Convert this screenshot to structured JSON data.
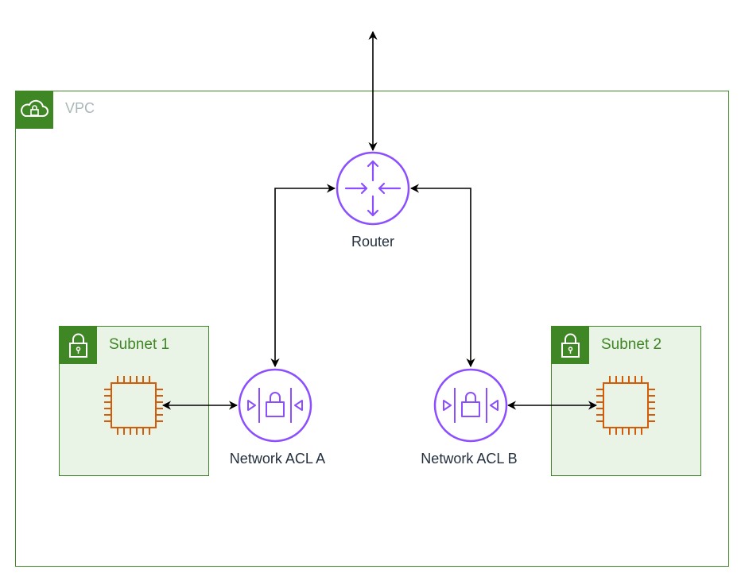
{
  "vpc": {
    "label": "VPC",
    "icon": "cloud-lock-icon",
    "border_color": "#3F8624"
  },
  "subnets": [
    {
      "label": "Subnet 1",
      "icon": "padlock-icon",
      "instance_icon": "ec2-instance-chip-icon"
    },
    {
      "label": "Subnet 2",
      "icon": "padlock-icon",
      "instance_icon": "ec2-instance-chip-icon"
    }
  ],
  "router": {
    "label": "Router",
    "icon": "router-icon"
  },
  "acls": [
    {
      "label": "Network ACL A",
      "icon": "network-acl-icon"
    },
    {
      "label": "Network ACL B",
      "icon": "network-acl-icon"
    }
  ],
  "colors": {
    "group_green": "#3F8624",
    "subnet_fill": "#E9F3E6",
    "network_purple": "#8C4FFF",
    "compute_orange": "#D45B07",
    "text_dark": "#232F3E",
    "text_muted": "#aab7b8"
  }
}
